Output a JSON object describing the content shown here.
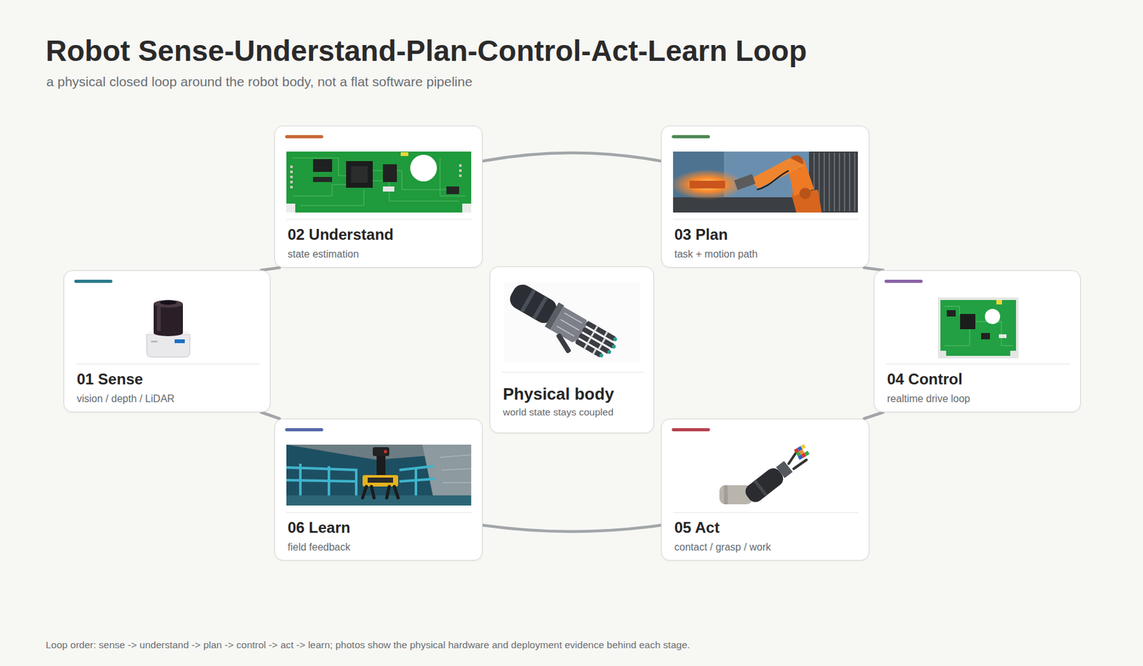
{
  "diagram": {
    "title": "Robot Sense-Understand-Plan-Control-Act-Learn Loop",
    "caption": "a physical closed loop around the robot body, not a flat software pipeline",
    "nodes": [
      {
        "text": [
          "01 Sense",
          "vision / depth / LiDAR"
        ]
      },
      {
        "text": [
          "02 Understand",
          "state estimation"
        ]
      },
      {
        "text": [
          "03 Plan",
          "task + motion path"
        ]
      },
      {
        "text": [
          "04 Control",
          "realtime drive loop"
        ]
      },
      {
        "text": [
          "05 Act",
          "contact / grasp / work"
        ]
      },
      {
        "text": [
          "06 Learn",
          "field feedback"
        ]
      },
      {
        "text": [
          "Physical body",
          "world state stays coupled"
        ]
      }
    ],
    "edges": [
      {
        "from": 0,
        "to": 1,
        "arrow": "none"
      },
      {
        "from": 1,
        "to": 2,
        "arrow": "none"
      },
      {
        "from": 2,
        "to": 3,
        "arrow": "none"
      },
      {
        "from": 3,
        "to": 4,
        "arrow": "none"
      },
      {
        "from": 4,
        "to": 5,
        "arrow": "none"
      },
      {
        "from": 5,
        "to": 0,
        "arrow": "none"
      }
    ],
    "labels": [
      "Loop order: sense -> understand -> plan -> control -> act -> learn; photos show the physical hardware and deployment evidence behind each stage."
    ]
  }
}
